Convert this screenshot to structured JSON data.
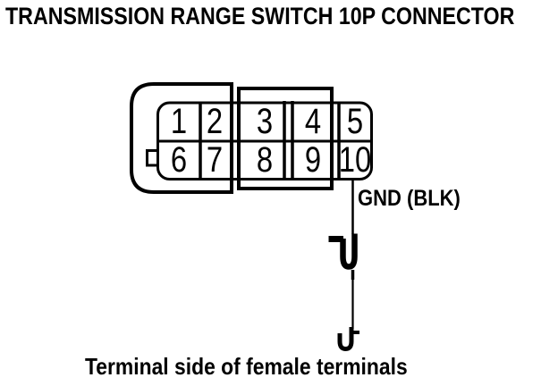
{
  "title": "TRANSMISSION RANGE SWITCH 10P CONNECTOR",
  "connector": {
    "type_label": "10P",
    "pin_rows": [
      [
        "1",
        "2",
        "3",
        "4",
        "5"
      ],
      [
        "6",
        "7",
        "8",
        "9",
        "10"
      ]
    ]
  },
  "wire": {
    "label": "GND (BLK)",
    "from_pin": "10",
    "color_code": "BLK"
  },
  "caption": "Terminal side of female terminals",
  "colors": {
    "ink": "#000000",
    "background": "#ffffff"
  },
  "icons": {
    "terminal_symbol": "female-terminal-probe-icon",
    "hook_symbol": "ground-probe-hook-icon"
  }
}
